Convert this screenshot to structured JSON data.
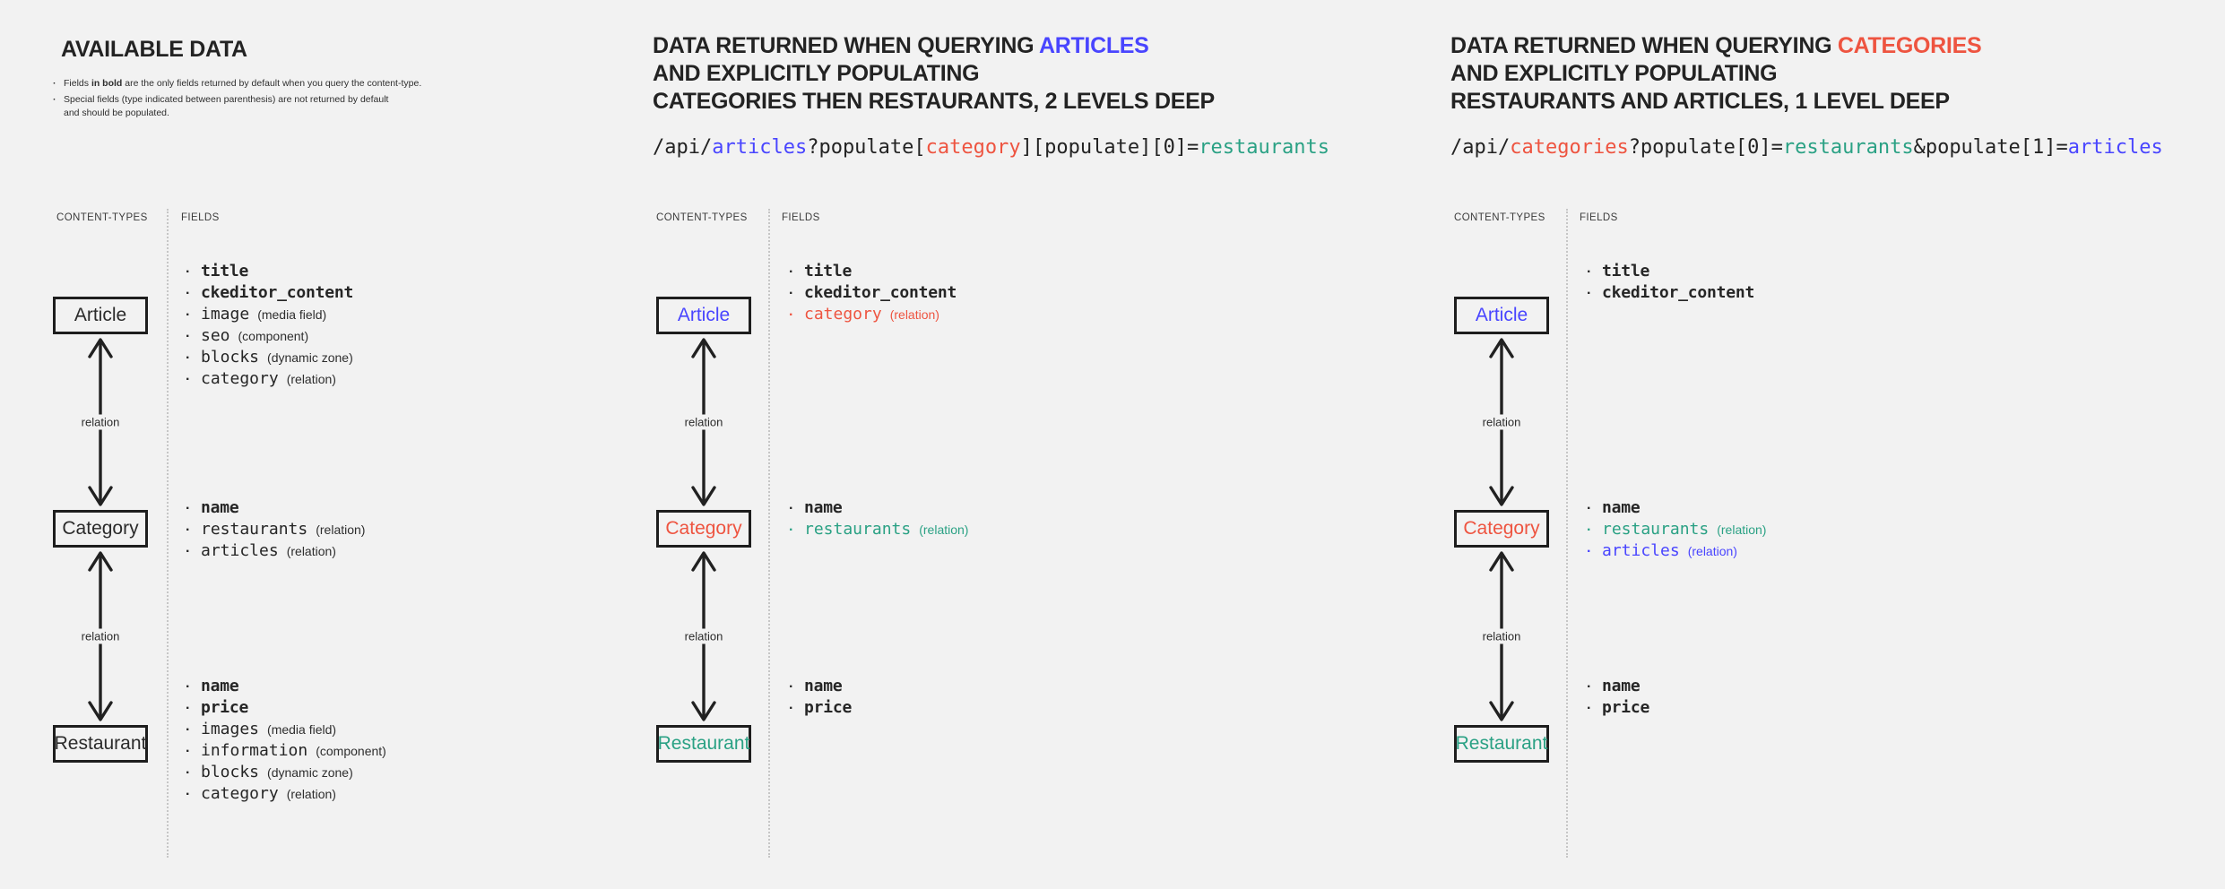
{
  "colors": {
    "blue": "#4945ff",
    "red": "#ee5440",
    "teal": "#2aa184",
    "dark": "#232323",
    "background": "#f2f2f2"
  },
  "shared": {
    "content_types_header": "CONTENT-TYPES",
    "fields_header": "FIELDS",
    "relation_label": "relation"
  },
  "panel1": {
    "title": "AVAILABLE DATA",
    "note1": {
      "pre": "Fields ",
      "bold": "in bold",
      "post": " are the only fields returned by default when you query the content-type."
    },
    "note2": {
      "line1": "Special fields (type indicated between parenthesis) are not returned by default",
      "line2": "and should be populated."
    },
    "nodes": {
      "article": {
        "label": "Article",
        "fields": [
          {
            "name": "title"
          },
          {
            "name": "ckeditor_content"
          },
          {
            "name": "image",
            "type": "(media field)"
          },
          {
            "name": "seo",
            "type": "(component)"
          },
          {
            "name": "blocks",
            "type": "(dynamic zone)"
          },
          {
            "name": "category",
            "type": "(relation)"
          }
        ]
      },
      "category": {
        "label": "Category",
        "fields": [
          {
            "name": "name"
          },
          {
            "name": "restaurants",
            "type": "(relation)"
          },
          {
            "name": "articles",
            "type": "(relation)"
          }
        ]
      },
      "restaurant": {
        "label": "Restaurant",
        "fields": [
          {
            "name": "name"
          },
          {
            "name": "price"
          },
          {
            "name": "images",
            "type": "(media field)"
          },
          {
            "name": "information",
            "type": "(component)"
          },
          {
            "name": "blocks",
            "type": "(dynamic zone)"
          },
          {
            "name": "category",
            "type": "(relation)"
          }
        ]
      }
    }
  },
  "panel2": {
    "title": {
      "line1_pre": "DATA RETURNED WHEN QUERYING ",
      "line1_accent": "ARTICLES",
      "line2": "AND EXPLICITLY POPULATING",
      "line3": "CATEGORIES THEN RESTAURANTS, 2 LEVELS DEEP"
    },
    "url": {
      "t1": "/api/",
      "t2": "articles",
      "t3": "?populate[",
      "t4": "category",
      "t5": "][populate][0]=",
      "t6": "restaurants"
    },
    "nodes": {
      "article": {
        "label": "Article",
        "fields": [
          {
            "name": "title"
          },
          {
            "name": "ckeditor_content"
          },
          {
            "name": "category",
            "type": "(relation)"
          }
        ]
      },
      "category": {
        "label": "Category",
        "fields": [
          {
            "name": "name"
          },
          {
            "name": "restaurants",
            "type": "(relation)"
          }
        ]
      },
      "restaurant": {
        "label": "Restaurant",
        "fields": [
          {
            "name": "name"
          },
          {
            "name": "price"
          }
        ]
      }
    }
  },
  "panel3": {
    "title": {
      "line1_pre": "DATA RETURNED WHEN QUERYING ",
      "line1_accent": "CATEGORIES",
      "line2": "AND EXPLICITLY POPULATING",
      "line3": "RESTAURANTS AND ARTICLES, 1 LEVEL DEEP"
    },
    "url": {
      "t1": "/api/",
      "t2": "categories",
      "t3": "?populate[0]=",
      "t4": "restaurants",
      "t5": "&populate[1]=",
      "t6": "articles"
    },
    "nodes": {
      "article": {
        "label": "Article",
        "fields": [
          {
            "name": "title"
          },
          {
            "name": "ckeditor_content"
          }
        ]
      },
      "category": {
        "label": "Category",
        "fields": [
          {
            "name": "name"
          },
          {
            "name": "restaurants",
            "type": "(relation)"
          },
          {
            "name": "articles",
            "type": "(relation)"
          }
        ]
      },
      "restaurant": {
        "label": "Restaurant",
        "fields": [
          {
            "name": "name"
          },
          {
            "name": "price"
          }
        ]
      }
    }
  }
}
